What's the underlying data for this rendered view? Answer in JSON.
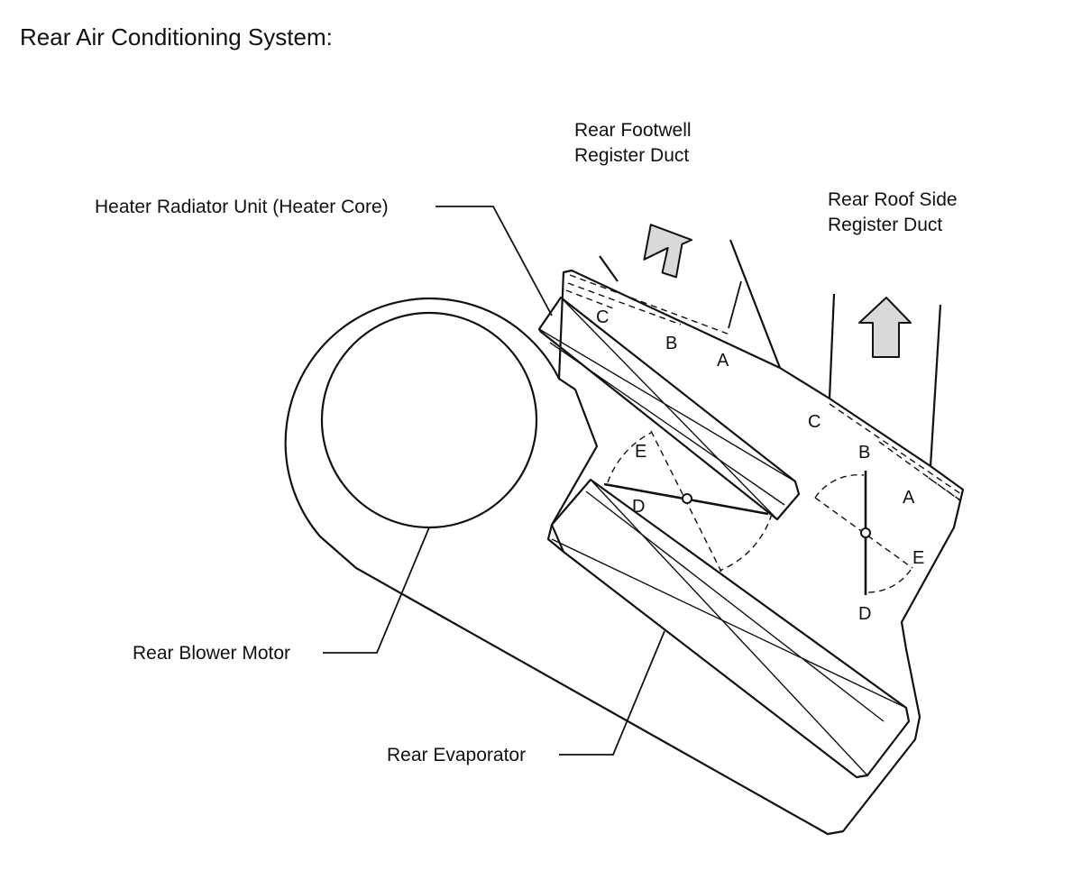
{
  "title": "Rear Air Conditioning System:",
  "labels": {
    "heater_core": "Heater Radiator Unit (Heater Core)",
    "footwell_duct_line1": "Rear Footwell",
    "footwell_duct_line2": "Register Duct",
    "roof_duct_line1": "Rear Roof Side",
    "roof_duct_line2": "Register Duct",
    "blower_motor": "Rear Blower Motor",
    "evaporator": "Rear Evaporator"
  },
  "footwell_outlet_positions": [
    "C",
    "B",
    "A"
  ],
  "roof_outlet_positions": [
    "C",
    "B",
    "A"
  ],
  "air_mix_door_positions": [
    "E",
    "D"
  ],
  "mode_door_positions": [
    "E",
    "D"
  ],
  "colors": {
    "airflow_arrow_fill": "#d9d9d9",
    "line": "#111111"
  }
}
